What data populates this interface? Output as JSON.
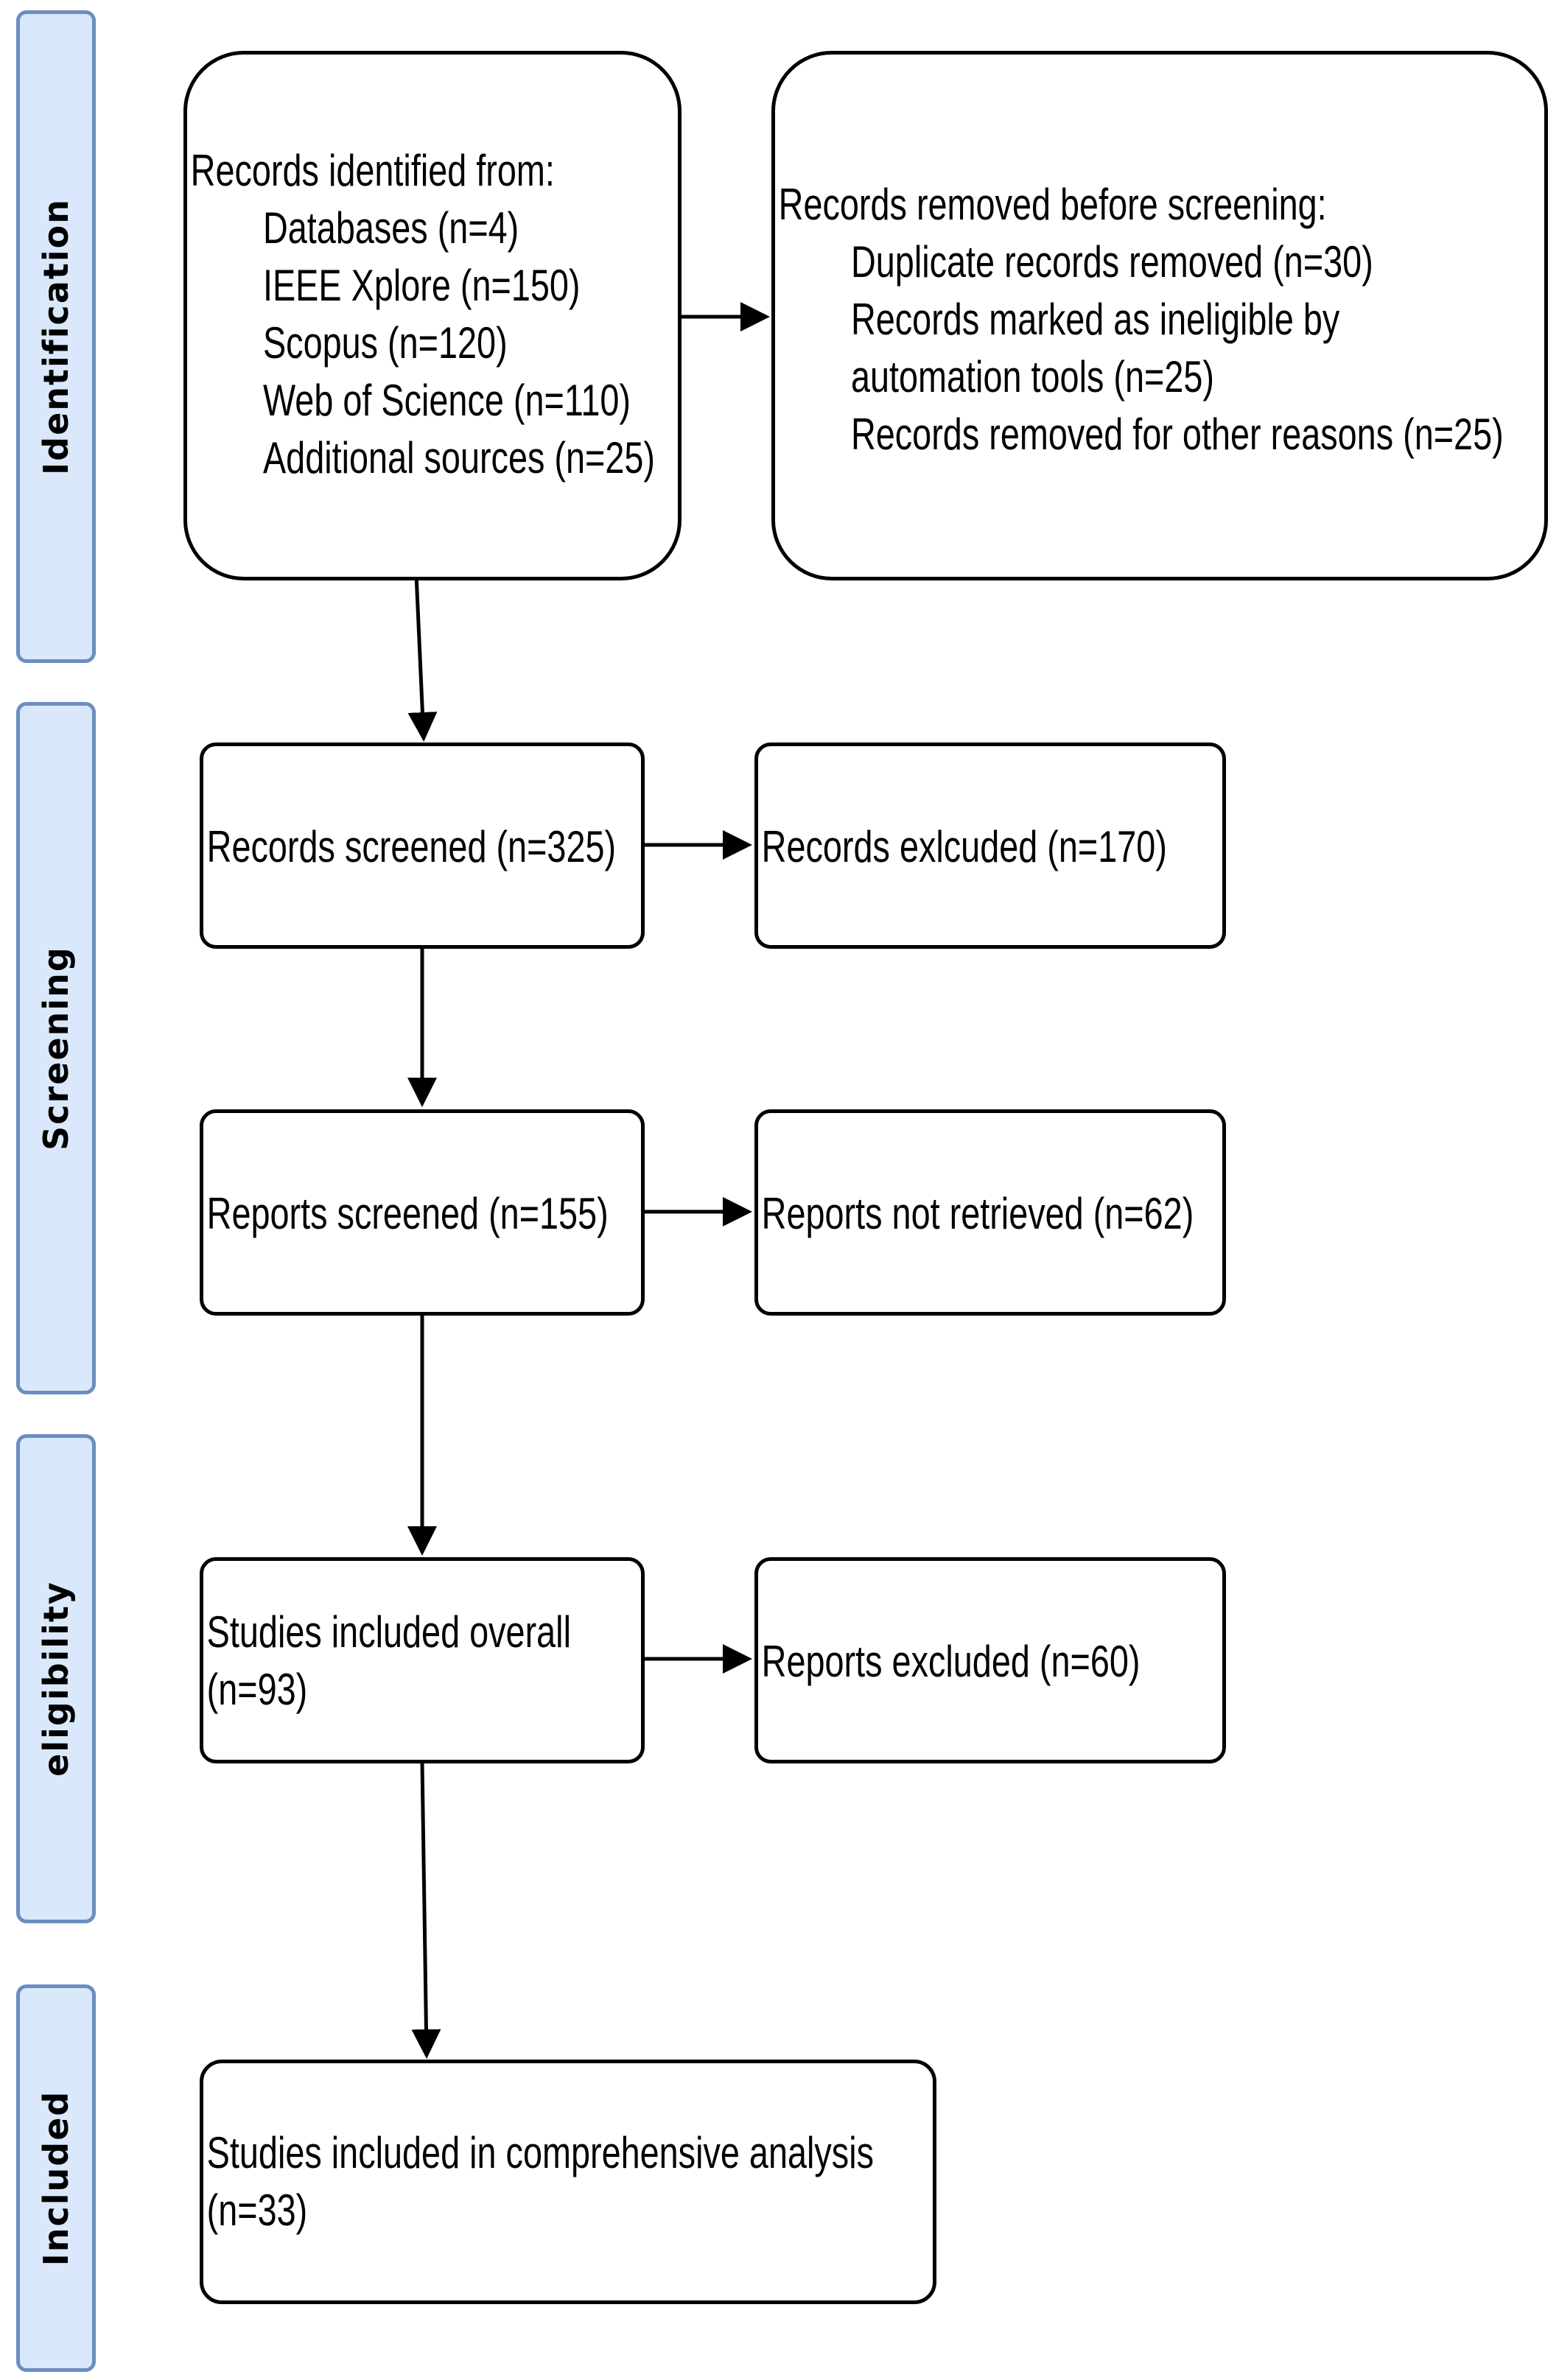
{
  "phases": {
    "identification": "Identification",
    "screening": "Screening",
    "eligibility": "eligibility",
    "included": "Included"
  },
  "boxes": {
    "records_identified": {
      "heading": "Records identified from:",
      "items": [
        "Databases (n=4)",
        "IEEE Xplore (n=150)",
        "Scopus (n=120)",
        "Web of Science (n=110)",
        "Additional sources (n=25)"
      ]
    },
    "records_removed": {
      "heading": "Records removed before screening:",
      "lines": [
        "Duplicate records removed (n=30)",
        "Records marked as ineligible by",
        "automation tools (n=25)",
        "Records removed for other reasons (n=25)"
      ]
    },
    "records_screened": "Records screened (n=325)",
    "records_excluded": "Records exlcuded (n=170)",
    "reports_screened": "Reports screened (n=155)",
    "reports_not_retrieved": "Reports not retrieved (n=62)",
    "studies_included_overall": [
      "Studies included overall",
      "(n=93)"
    ],
    "reports_excluded": "Reports excluded (n=60)",
    "studies_included_analysis": [
      "Studies included in comprehensive analysis",
      "(n=33)"
    ]
  }
}
